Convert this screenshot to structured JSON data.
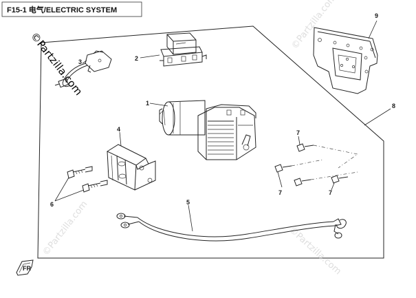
{
  "page_title": "F15-1 电气/ELECTRIC SYSTEM",
  "watermark": "©Partzilla.com",
  "callouts": {
    "n1": "1",
    "n2": "2",
    "n3": "3",
    "n4": "4",
    "n5": "5",
    "n6": "6",
    "n7a": "7",
    "n7b": "7",
    "n7c": "7",
    "n8": "8",
    "n9": "9"
  },
  "front_marker": "FR",
  "colors": {
    "line": "#222222",
    "watermark_faint": "#c8c8c8",
    "background": "#ffffff"
  }
}
